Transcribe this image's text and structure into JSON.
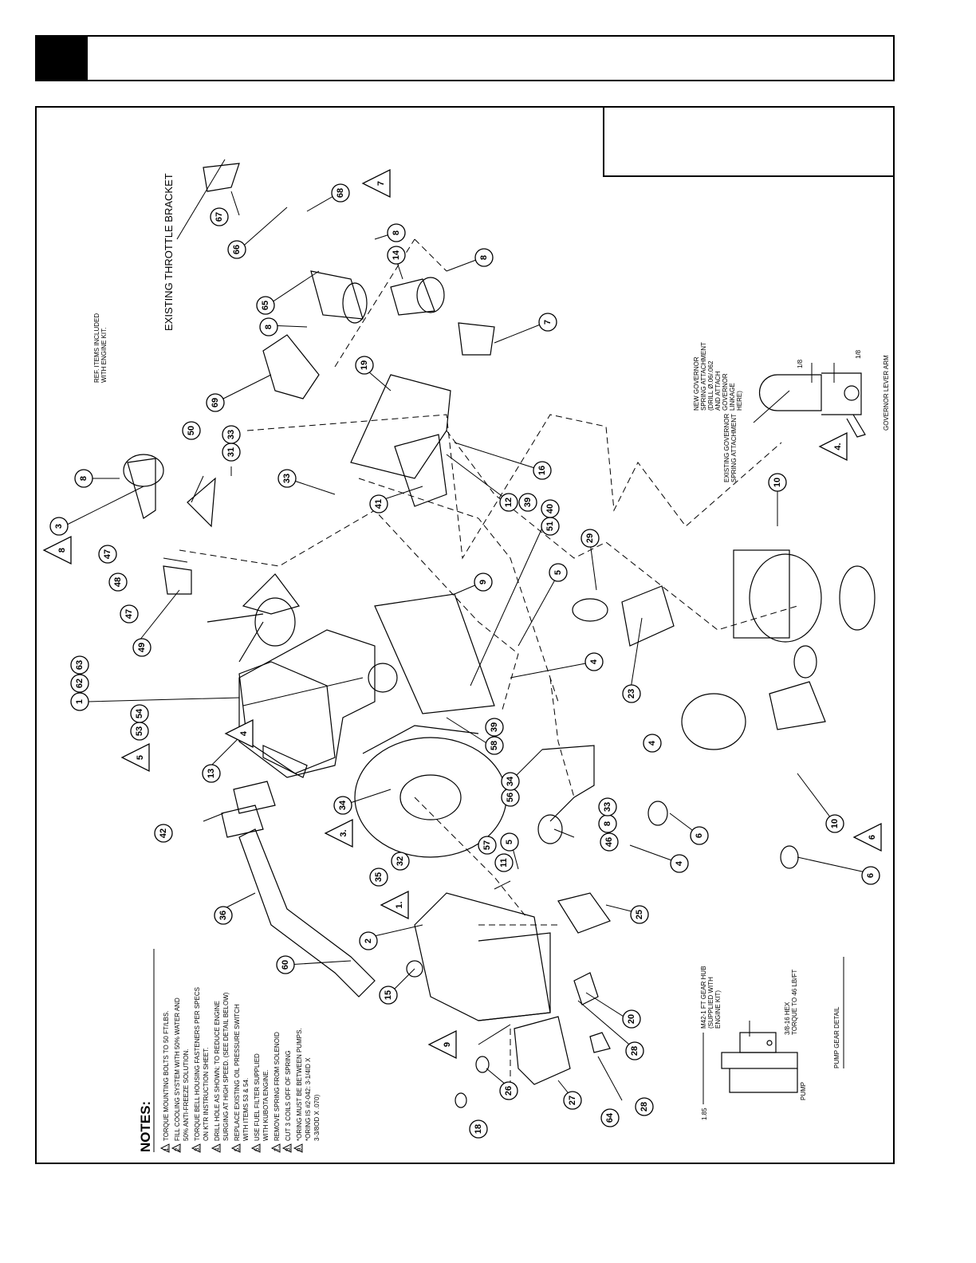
{
  "notes": {
    "heading": "NOTES:",
    "items": [
      {
        "num": "1.",
        "text": "TORQUE MOUNTING BOLTS TO  50  FT/LBS."
      },
      {
        "num": "2.",
        "text": "FILL COOLING SYSTEM WITH 50% WATER AND"
      },
      {
        "num": "",
        "text": "50% ANTI-FREEZE SOLUTION."
      },
      {
        "num": "3.",
        "text": "TORQUE BELL HOUSING FASTENERS PER SPECS"
      },
      {
        "num": "",
        "text": "ON KTR INSTRUCTION SHEET."
      },
      {
        "num": "4.",
        "text": "DRILL HOLE AS SHOWN; TO REDUCE ENGINE"
      },
      {
        "num": "",
        "text": "SURGING AT HIGH SPEED. (SEE DETAIL BELOW)"
      },
      {
        "num": "5.",
        "text": "REPLACE EXISTING OIL PRESSURE SWITCH"
      },
      {
        "num": "",
        "text": "WITH ITEMS 53 & 54."
      },
      {
        "num": "6.",
        "text": "USE FUEL FILTER SUPPLIED"
      },
      {
        "num": "",
        "text": "WITH KUBOTA ENGINE."
      },
      {
        "num": "7.",
        "text": "REMOVE SPRING FROM SOLENOID"
      },
      {
        "num": "8.",
        "text": "CUT 3 COILS OFF OF SPRING"
      },
      {
        "num": "9.",
        "text": "*ORING MUST BE BETWEEN PUMPS."
      },
      {
        "num": "",
        "text": "*ORING IS #2-042: 3-1/4ID X"
      },
      {
        "num": "",
        "text": "3-3/8OD X .070)"
      }
    ]
  },
  "labels": {
    "ref_items": "REF. ITEMS INCLUDED",
    "ref_items2": "WITH ENGINE KIT.",
    "throttle": "EXISTING THROTTLE BRACKET",
    "gov_new1": "NEW GOVERNOR",
    "gov_new2": "SPRING ATTACHMENT",
    "gov_new3": "(DRILL Ø.06/.062",
    "gov_new4": "AND ATTACH",
    "gov_new5": "GOVERNOR",
    "gov_new6": "LINKAGE",
    "gov_new7": "HERE)",
    "gov_exist1": "EXISTING GOVERNOR",
    "gov_exist2": "SPRING ATTACHMENT",
    "gov_lever": "GOVERNOR LEVER ARM",
    "dim_a": "1/8",
    "dim_b": "1/8",
    "hub1": "M42-1 FT GEAR HUB",
    "hub2": "(SUPPLIED WITH",
    "hub3": "ENGINE KIT)",
    "hex1": "3/8-16 HEX",
    "hex2": "TORQUE TO 46 LB/FT",
    "pump": "PUMP",
    "pump_detail": "PUMP GEAR DETAIL",
    "dim_185": "1.85"
  },
  "bubbles": [
    "3",
    "8",
    "47",
    "48",
    "47",
    "49",
    "50",
    "31",
    "33",
    "1",
    "62",
    "63",
    "53",
    "54",
    "13",
    "42",
    "36",
    "60",
    "15",
    "18",
    "26",
    "27",
    "64",
    "28",
    "28",
    "20",
    "2",
    "35",
    "32",
    "11",
    "57",
    "5",
    "46",
    "8",
    "33",
    "56",
    "34",
    "34",
    "58",
    "39",
    "23",
    "4",
    "4",
    "4",
    "6",
    "6",
    "10",
    "10",
    "29",
    "5",
    "9",
    "51",
    "40",
    "12",
    "39",
    "16",
    "41",
    "19",
    "33",
    "69",
    "8",
    "65",
    "66",
    "67",
    "68",
    "8",
    "14",
    "8",
    "7",
    "25"
  ],
  "triangles": [
    "8",
    "5",
    "4",
    "3.",
    "1.",
    "9",
    "6",
    "4.",
    "7"
  ]
}
